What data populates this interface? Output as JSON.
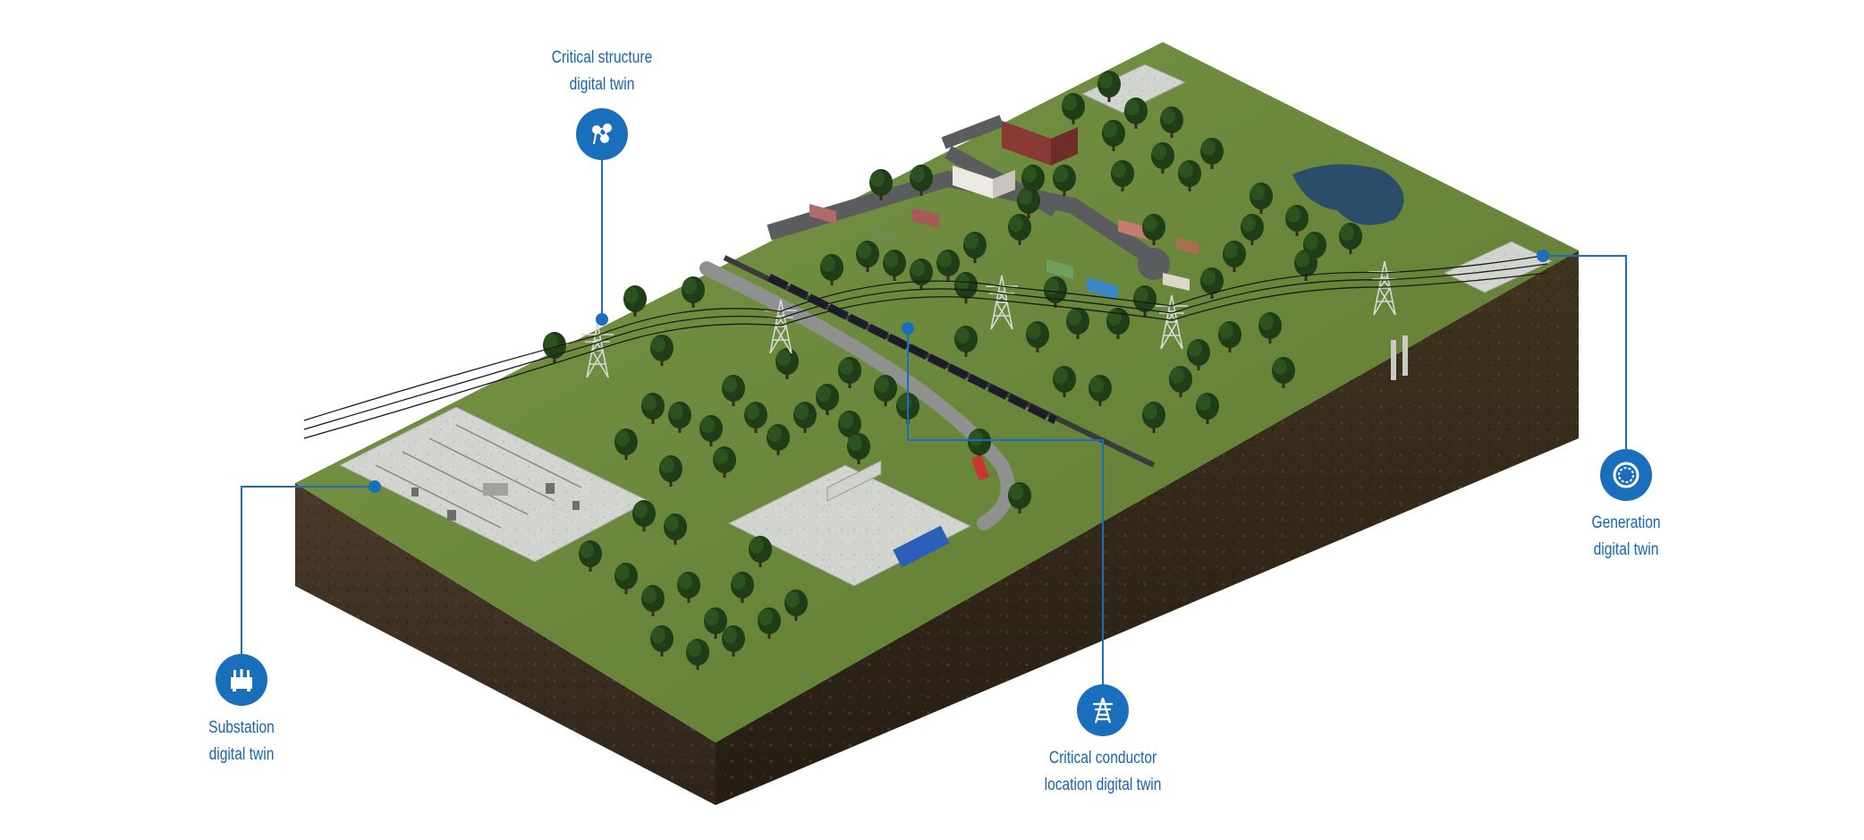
{
  "callouts": {
    "critical_structure": {
      "line1": "Critical structure",
      "line2": "digital twin",
      "icon": "network-nodes-icon"
    },
    "substation": {
      "line1": "Substation",
      "line2": "digital twin",
      "icon": "transformer-icon"
    },
    "critical_conductor": {
      "line1": "Critical conductor",
      "line2": "location digital twin",
      "icon": "transmission-tower-icon"
    },
    "generation": {
      "line1": "Generation",
      "line2": "digital twin",
      "icon": "generator-ring-icon"
    }
  },
  "colors": {
    "accent_blue": "#1a6fbd",
    "label_blue": "#1565b3",
    "grass": "#6d8a3e",
    "soil": "#3d2f22"
  }
}
